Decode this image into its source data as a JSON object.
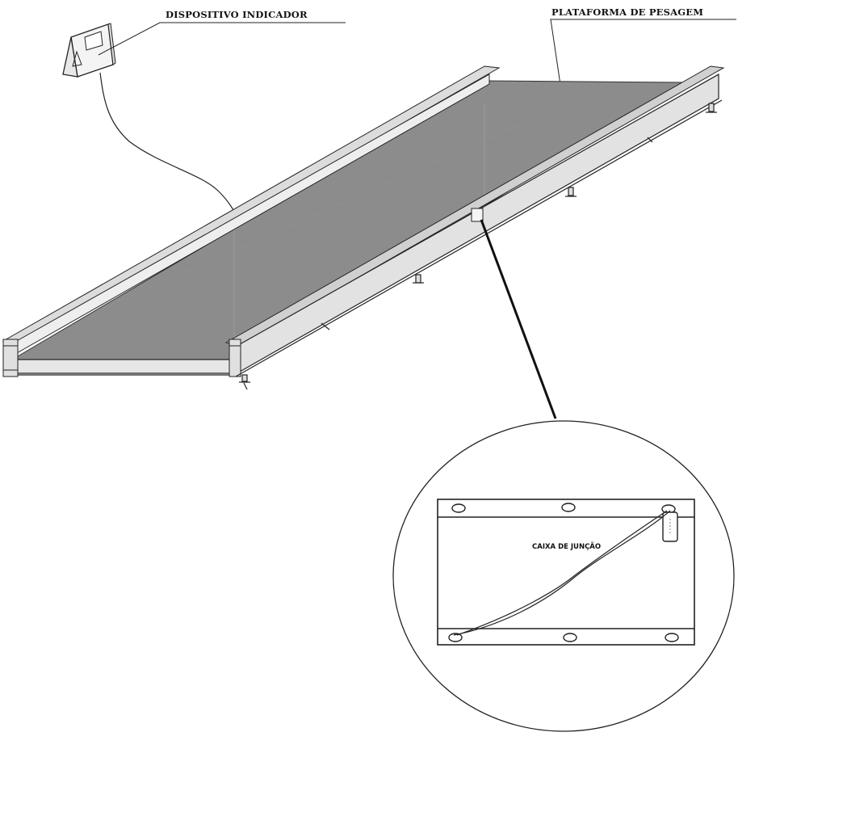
{
  "labels": {
    "indicator": "DISPOSITIVO INDICADOR",
    "platform": "PLATAFORMA DE PESAGEM",
    "junction_box": "CAIXA DE JUNÇÃO"
  },
  "colors": {
    "deck": "#8c8c8c",
    "beam": "#e2e2e2",
    "beam_top": "#d0d0d0",
    "line": "#222222",
    "background": "#ffffff"
  }
}
